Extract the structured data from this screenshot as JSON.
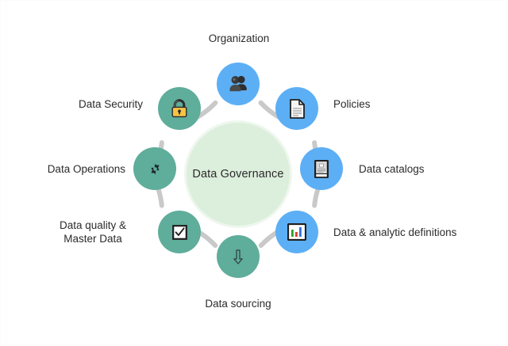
{
  "diagram": {
    "type": "circular-hub-and-spoke",
    "title": "Data Governance",
    "center": {
      "label": "Data Governance",
      "fill_color": "#dceedc",
      "ring_color": "#eef7ee"
    },
    "colors": {
      "blue_node": "#5cafF5",
      "teal_node": "#5fad9b",
      "connector": "#c9c9c9",
      "text": "#2b2b2b",
      "background": "#ffffff"
    },
    "nodes": [
      {
        "id": "organization",
        "label": "Organization",
        "icon": "users-icon",
        "color": "blue",
        "label_position": "top",
        "angle_deg": 90
      },
      {
        "id": "policies",
        "label": "Policies",
        "icon": "document-icon",
        "color": "blue",
        "label_position": "right",
        "angle_deg": 45
      },
      {
        "id": "data-catalogs",
        "label": "Data catalogs",
        "icon": "book-icon",
        "color": "blue",
        "label_position": "right",
        "angle_deg": 0
      },
      {
        "id": "data-analytic-definitions",
        "label": "Data & analytic definitions",
        "icon": "bar-chart-icon",
        "color": "blue",
        "label_position": "right",
        "angle_deg": -45
      },
      {
        "id": "data-sourcing",
        "label": "Data sourcing",
        "icon": "down-arrow-icon",
        "color": "teal",
        "label_position": "bottom",
        "angle_deg": -90
      },
      {
        "id": "data-quality-master-data",
        "label": "Data quality &\nMaster Data",
        "icon": "checkbox-icon",
        "color": "teal",
        "label_position": "left",
        "angle_deg": -135
      },
      {
        "id": "data-operations",
        "label": "Data Operations",
        "icon": "gear-icon",
        "color": "teal",
        "label_position": "left",
        "angle_deg": 180
      },
      {
        "id": "data-security",
        "label": "Data Security",
        "icon": "padlock-icon",
        "color": "teal",
        "label_position": "left",
        "angle_deg": 135
      }
    ]
  }
}
